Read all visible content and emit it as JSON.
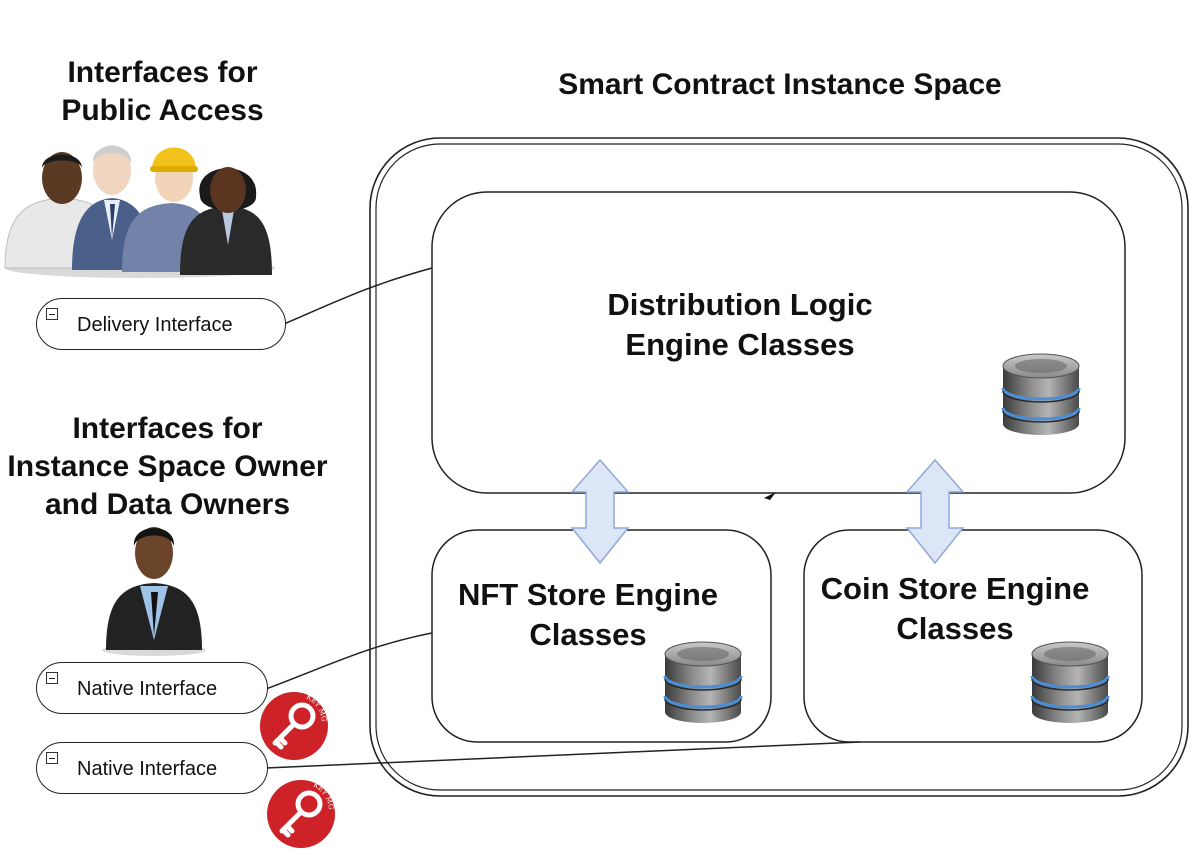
{
  "headings": {
    "public_access": [
      "Interfaces for",
      "Public Access"
    ],
    "owners": [
      "Interfaces for",
      "Instance Space Owner",
      "and Data Owners"
    ],
    "instance_space": "Smart Contract Instance Space"
  },
  "engines": {
    "distribution": [
      "Distribution Logic",
      "Engine Classes"
    ],
    "nft_store": [
      "NFT Store Engine",
      "Classes"
    ],
    "coin_store": [
      "Coin Store Engine",
      "Classes"
    ]
  },
  "interfaces": {
    "delivery": "Delivery Interface",
    "native_1": "Native Interface",
    "native_2": "Native Interface"
  },
  "icons": {
    "people_group": "people-group-icon",
    "business_person": "businessman-icon",
    "database": "database-icon",
    "key_badge": "key-mgmt-badge-icon",
    "arrow": "double-arrow-icon"
  },
  "colors": {
    "arrow_fill": "#dde6f7",
    "arrow_stroke": "#8fa8d8",
    "key_badge": "#cc2228",
    "db_body": "#6e6e6e",
    "db_band": "#4a8fd6"
  }
}
